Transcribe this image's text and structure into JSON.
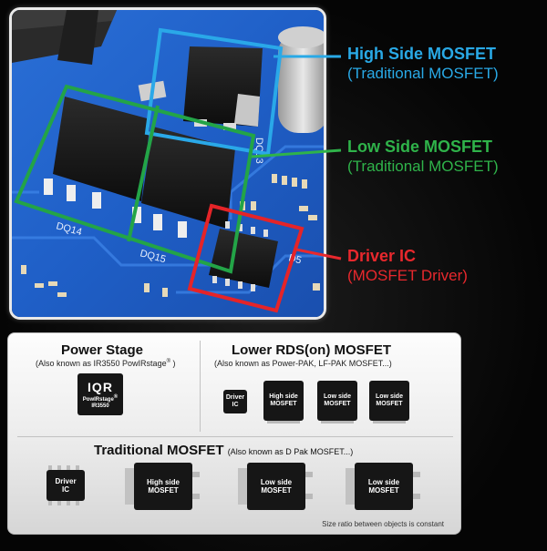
{
  "callouts": {
    "high_side": {
      "title": "High Side MOSFET",
      "subtitle": "(Traditional MOSFET)",
      "color": "#29a9e6"
    },
    "low_side": {
      "title": "Low Side MOSFET",
      "subtitle": "(Traditional MOSFET)",
      "color": "#2fb34a"
    },
    "driver": {
      "title": "Driver IC",
      "subtitle": "(MOSFET Driver)",
      "color": "#e8282d"
    }
  },
  "pcb_labels": {
    "dq13": "DQ13",
    "dq14": "DQ14",
    "dq15": "DQ15",
    "d05": "D5"
  },
  "panel": {
    "power_stage": {
      "title": "Power Stage",
      "subtitle": "(Also known as IR3550 PowIRstage",
      "subtitle_end": ")",
      "chip_logo": "IQR",
      "chip_line1": "PowIRstage",
      "chip_line2": "IR3550"
    },
    "lower_rds": {
      "title": "Lower RDS(on) MOSFET",
      "subtitle": "(Also known as Power-PAK, LF-PAK MOSFET...)",
      "chips": [
        {
          "line1": "Driver",
          "line2": "IC"
        },
        {
          "line1": "High side",
          "line2": "MOSFET"
        },
        {
          "line1": "Low side",
          "line2": "MOSFET"
        },
        {
          "line1": "Low side",
          "line2": "MOSFET"
        }
      ]
    },
    "traditional": {
      "title": "Traditional MOSFET",
      "subtitle": "(Also known as D Pak MOSFET...)",
      "chips": [
        {
          "line1": "Driver",
          "line2": "IC"
        },
        {
          "line1": "High side",
          "line2": "MOSFET"
        },
        {
          "line1": "Low side",
          "line2": "MOSFET"
        },
        {
          "line1": "Low side",
          "line2": "MOSFET"
        }
      ]
    },
    "note": "Size ratio between objects is constant"
  }
}
